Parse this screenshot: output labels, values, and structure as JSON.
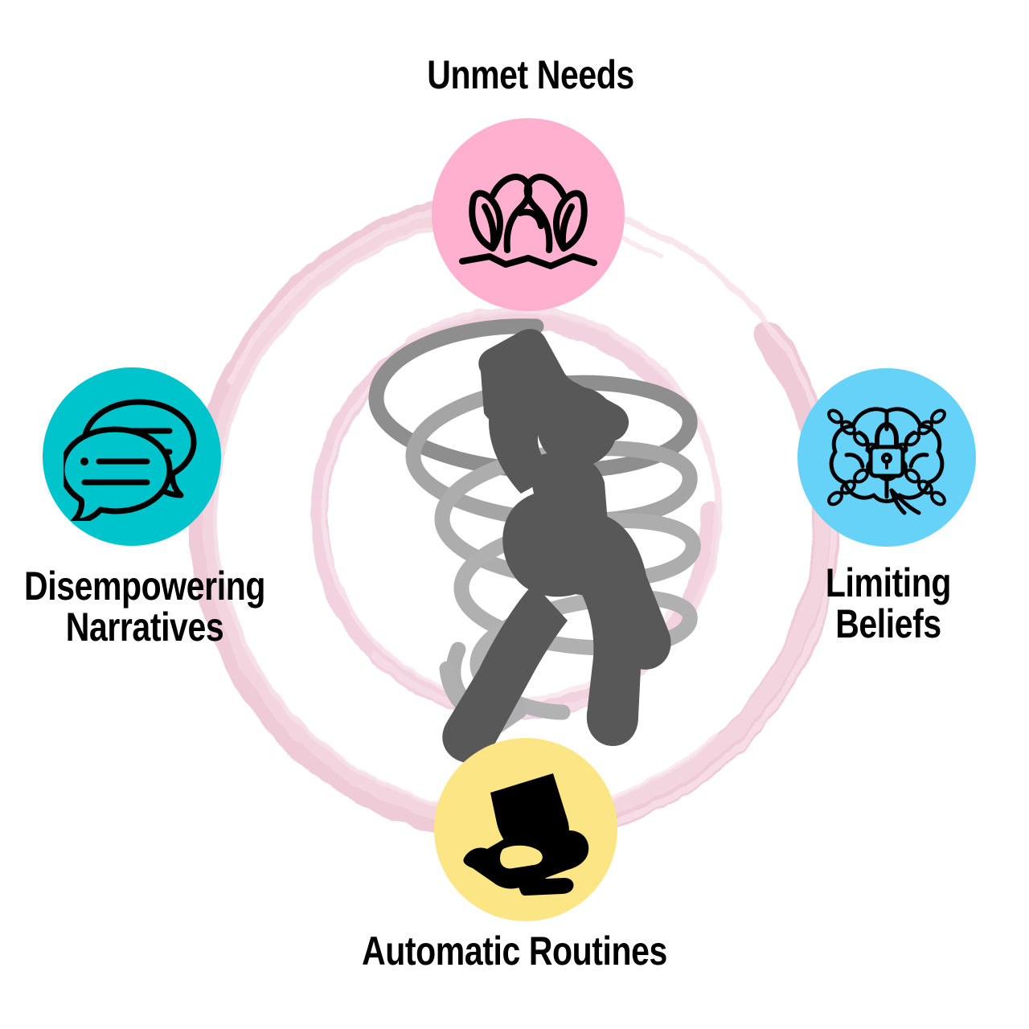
{
  "diagram": {
    "title_visible": false,
    "background_color": "#ffffff",
    "center": {
      "figure_name": "person-drinking-bottle",
      "figure_color": "#595959",
      "spiral_color": "#a8a8a8",
      "spiral_direction": "downward-inward",
      "arrow_name": "spiral-arrowhead"
    },
    "rings": [
      {
        "name": "outer-brush-ring",
        "color": "#f0cfda",
        "stroke_width": 34
      },
      {
        "name": "inner-brush-ring",
        "color": "#f3d8e1",
        "stroke_width": 14
      }
    ],
    "nodes": [
      {
        "id": "unmet-needs",
        "label": "Unmet Needs",
        "position": "top",
        "circle_color": "#ffb0cf",
        "icon_name": "sprout-seedling-icon",
        "icon_color": "#000000"
      },
      {
        "id": "limiting-beliefs",
        "label": "Limiting\nBeliefs",
        "position": "right",
        "circle_color": "#66d2f7",
        "icon_name": "brain-chained-lock-icon",
        "icon_color": "#000000"
      },
      {
        "id": "automatic-routines",
        "label": "Automatic Routines",
        "position": "bottom",
        "circle_color": "#fbe585",
        "icon_name": "hand-holding-wine-glass-icon",
        "icon_color": "#000000"
      },
      {
        "id": "disempowering-narratives",
        "label": "Disempowering\nNarratives",
        "position": "left",
        "circle_color": "#00c4cc",
        "icon_name": "speech-bubbles-icon",
        "icon_color": "#000000"
      }
    ]
  }
}
